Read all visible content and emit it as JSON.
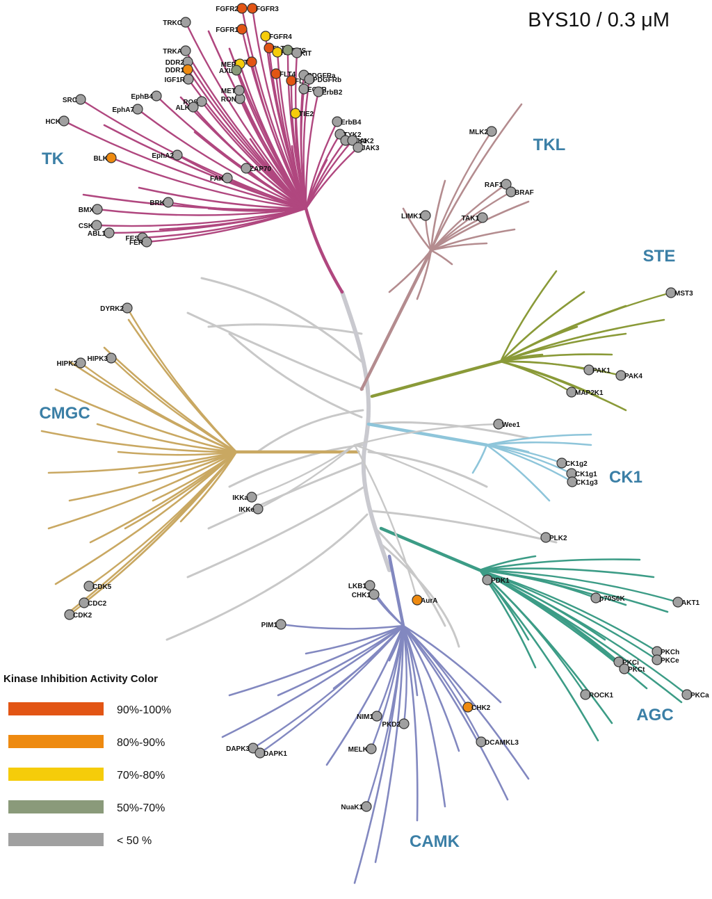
{
  "title": "BYS10 / 0.3 μM",
  "colors": {
    "TK": "#b0477f",
    "TKL": "#b48c8f",
    "STE": "#8a9a38",
    "CK1": "#8ec5da",
    "AGC": "#3c9c86",
    "CAMK": "#8288c0",
    "CMGC": "#c9a862",
    "Other": "#c8c8c8",
    "trunk": "#c9c9cf",
    "group_label": "#3b7fa6"
  },
  "groups": [
    {
      "id": "TK",
      "label": "TK"
    },
    {
      "id": "TKL",
      "label": "TKL"
    },
    {
      "id": "STE",
      "label": "STE"
    },
    {
      "id": "CMGC",
      "label": "CMGC"
    },
    {
      "id": "CK1",
      "label": "CK1"
    },
    {
      "id": "AGC",
      "label": "AGC"
    },
    {
      "id": "CAMK",
      "label": "CAMK"
    }
  ],
  "legend": {
    "title": "Kinase Inhibition Activity Color",
    "items": [
      {
        "label": "90%-100%",
        "color": "#e25514"
      },
      {
        "label": "80%-90%",
        "color": "#ee8a10"
      },
      {
        "label": "70%-80%",
        "color": "#f5cc0a"
      },
      {
        "label": "50%-70%",
        "color": "#8a9a7a"
      },
      {
        "label": "< 50 %",
        "color": "#a0a0a0"
      }
    ]
  },
  "kinases": [
    {
      "name": "FGFR2",
      "group": "TK",
      "activity": "90%-100%"
    },
    {
      "name": "FGFR3",
      "group": "TK",
      "activity": "90%-100%"
    },
    {
      "name": "TRKC",
      "group": "TK",
      "activity": "< 50 %"
    },
    {
      "name": "FGFR1",
      "group": "TK",
      "activity": "90%-100%"
    },
    {
      "name": "FGFR4",
      "group": "TK",
      "activity": "70%-80%"
    },
    {
      "name": "TRKA",
      "group": "TK",
      "activity": "< 50 %"
    },
    {
      "name": "FLT1",
      "group": "TK",
      "activity": "90%-100%"
    },
    {
      "name": "KDR",
      "group": "TK",
      "activity": "70%-80%"
    },
    {
      "name": "FMS",
      "group": "TK",
      "activity": "50%-70%"
    },
    {
      "name": "KIT",
      "group": "TK",
      "activity": "< 50 %"
    },
    {
      "name": "DDR2",
      "group": "TK",
      "activity": "< 50 %"
    },
    {
      "name": "RET",
      "group": "TK",
      "activity": "90%-100%"
    },
    {
      "name": "MER",
      "group": "TK",
      "activity": "70%-80%"
    },
    {
      "name": "DDR1",
      "group": "TK",
      "activity": "80%-90%"
    },
    {
      "name": "AXL",
      "group": "TK",
      "activity": "50%-70%"
    },
    {
      "name": "FLT4",
      "group": "TK",
      "activity": "90%-100%"
    },
    {
      "name": "FLT3",
      "group": "TK",
      "activity": "90%-100%"
    },
    {
      "name": "PDGFRa",
      "group": "TK",
      "activity": "< 50 %"
    },
    {
      "name": "PDGFRb",
      "group": "TK",
      "activity": "< 50 %"
    },
    {
      "name": "IGF1R",
      "group": "TK",
      "activity": "< 50 %"
    },
    {
      "name": "EGFR",
      "group": "TK",
      "activity": "< 50 %"
    },
    {
      "name": "ErbB2",
      "group": "TK",
      "activity": "< 50 %"
    },
    {
      "name": "YES",
      "group": "TK",
      "activity": "80%-90%"
    },
    {
      "name": "SRC",
      "group": "TK",
      "activity": "< 50 %"
    },
    {
      "name": "EphB4",
      "group": "TK",
      "activity": "< 50 %"
    },
    {
      "name": "RON",
      "group": "TK",
      "activity": "< 50 %"
    },
    {
      "name": "MET",
      "group": "TK",
      "activity": "< 50 %"
    },
    {
      "name": "ROS",
      "group": "TK",
      "activity": "< 50 %"
    },
    {
      "name": "ALK",
      "group": "TK",
      "activity": "< 50 %"
    },
    {
      "name": "EphA7",
      "group": "TK",
      "activity": "< 50 %"
    },
    {
      "name": "TIE2",
      "group": "TK",
      "activity": "70%-80%"
    },
    {
      "name": "HCK",
      "group": "TK",
      "activity": "< 50 %"
    },
    {
      "name": "ErbB4",
      "group": "TK",
      "activity": "< 50 %"
    },
    {
      "name": "TYK2",
      "group": "TK",
      "activity": "< 50 %"
    },
    {
      "name": "JAK1",
      "group": "TK",
      "activity": "< 50 %"
    },
    {
      "name": "JAK2",
      "group": "TK",
      "activity": "< 50 %"
    },
    {
      "name": "JAK3",
      "group": "TK",
      "activity": "< 50 %"
    },
    {
      "name": "BLK",
      "group": "TK",
      "activity": "80%-90%"
    },
    {
      "name": "EphA2",
      "group": "TK",
      "activity": "< 50 %"
    },
    {
      "name": "ZAP70",
      "group": "TK",
      "activity": "< 50 %"
    },
    {
      "name": "FAK",
      "group": "TK",
      "activity": "< 50 %"
    },
    {
      "name": "BRK",
      "group": "TK",
      "activity": "< 50 %"
    },
    {
      "name": "BMX",
      "group": "TK",
      "activity": "< 50 %"
    },
    {
      "name": "CSK",
      "group": "TK",
      "activity": "< 50 %"
    },
    {
      "name": "ABL1",
      "group": "TK",
      "activity": "< 50 %"
    },
    {
      "name": "FES",
      "group": "TK",
      "activity": "< 50 %"
    },
    {
      "name": "FER",
      "group": "TK",
      "activity": "< 50 %"
    },
    {
      "name": "MLK2",
      "group": "TKL",
      "activity": "< 50 %"
    },
    {
      "name": "RAF1",
      "group": "TKL",
      "activity": "< 50 %"
    },
    {
      "name": "BRAF",
      "group": "TKL",
      "activity": "< 50 %"
    },
    {
      "name": "LIMK1",
      "group": "TKL",
      "activity": "< 50 %"
    },
    {
      "name": "TAK1",
      "group": "TKL",
      "activity": "< 50 %"
    },
    {
      "name": "MST3",
      "group": "STE",
      "activity": "< 50 %"
    },
    {
      "name": "PAK1",
      "group": "STE",
      "activity": "< 50 %"
    },
    {
      "name": "PAK4",
      "group": "STE",
      "activity": "< 50 %"
    },
    {
      "name": "MAP2K1",
      "group": "STE",
      "activity": "< 50 %"
    },
    {
      "name": "Wee1",
      "group": "Other",
      "activity": "< 50 %"
    },
    {
      "name": "CK1g2",
      "group": "CK1",
      "activity": "< 50 %"
    },
    {
      "name": "CK1g1",
      "group": "CK1",
      "activity": "< 50 %"
    },
    {
      "name": "CK1g3",
      "group": "CK1",
      "activity": "< 50 %"
    },
    {
      "name": "DYRK2",
      "group": "CMGC",
      "activity": "< 50 %"
    },
    {
      "name": "HIPK3",
      "group": "CMGC",
      "activity": "< 50 %"
    },
    {
      "name": "HIPK2",
      "group": "CMGC",
      "activity": "< 50 %"
    },
    {
      "name": "CDK5",
      "group": "CMGC",
      "activity": "< 50 %"
    },
    {
      "name": "CDC2",
      "group": "CMGC",
      "activity": "< 50 %"
    },
    {
      "name": "CDK2",
      "group": "CMGC",
      "activity": "< 50 %"
    },
    {
      "name": "IKKa",
      "group": "Other",
      "activity": "< 50 %"
    },
    {
      "name": "IKKe",
      "group": "Other",
      "activity": "< 50 %"
    },
    {
      "name": "PLK2",
      "group": "Other",
      "activity": "< 50 %"
    },
    {
      "name": "PDK1",
      "group": "AGC",
      "activity": "< 50 %"
    },
    {
      "name": "p70S6K",
      "group": "AGC",
      "activity": "< 50 %"
    },
    {
      "name": "AKT1",
      "group": "AGC",
      "activity": "< 50 %"
    },
    {
      "name": "PKCh",
      "group": "AGC",
      "activity": "< 50 %"
    },
    {
      "name": "PKCe",
      "group": "AGC",
      "activity": "< 50 %"
    },
    {
      "name": "PKCi",
      "group": "AGC",
      "activity": "< 50 %"
    },
    {
      "name": "PKCt",
      "group": "AGC",
      "activity": "< 50 %"
    },
    {
      "name": "ROCK1",
      "group": "AGC",
      "activity": "< 50 %"
    },
    {
      "name": "PKCa",
      "group": "AGC",
      "activity": "< 50 %"
    },
    {
      "name": "LKB1",
      "group": "CAMK",
      "activity": "< 50 %"
    },
    {
      "name": "CHK1",
      "group": "CAMK",
      "activity": "< 50 %"
    },
    {
      "name": "AurA",
      "group": "Other",
      "activity": "80%-90%"
    },
    {
      "name": "PIM1",
      "group": "CAMK",
      "activity": "< 50 %"
    },
    {
      "name": "CHK2",
      "group": "CAMK",
      "activity": "80%-90%"
    },
    {
      "name": "NIM1",
      "group": "CAMK",
      "activity": "< 50 %"
    },
    {
      "name": "PKD2",
      "group": "CAMK",
      "activity": "< 50 %"
    },
    {
      "name": "DCAMKL3",
      "group": "CAMK",
      "activity": "< 50 %"
    },
    {
      "name": "MELK",
      "group": "CAMK",
      "activity": "< 50 %"
    },
    {
      "name": "DAPK3",
      "group": "CAMK",
      "activity": "< 50 %"
    },
    {
      "name": "DAPK1",
      "group": "CAMK",
      "activity": "< 50 %"
    },
    {
      "name": "NuaK1",
      "group": "CAMK",
      "activity": "< 50 %"
    }
  ]
}
